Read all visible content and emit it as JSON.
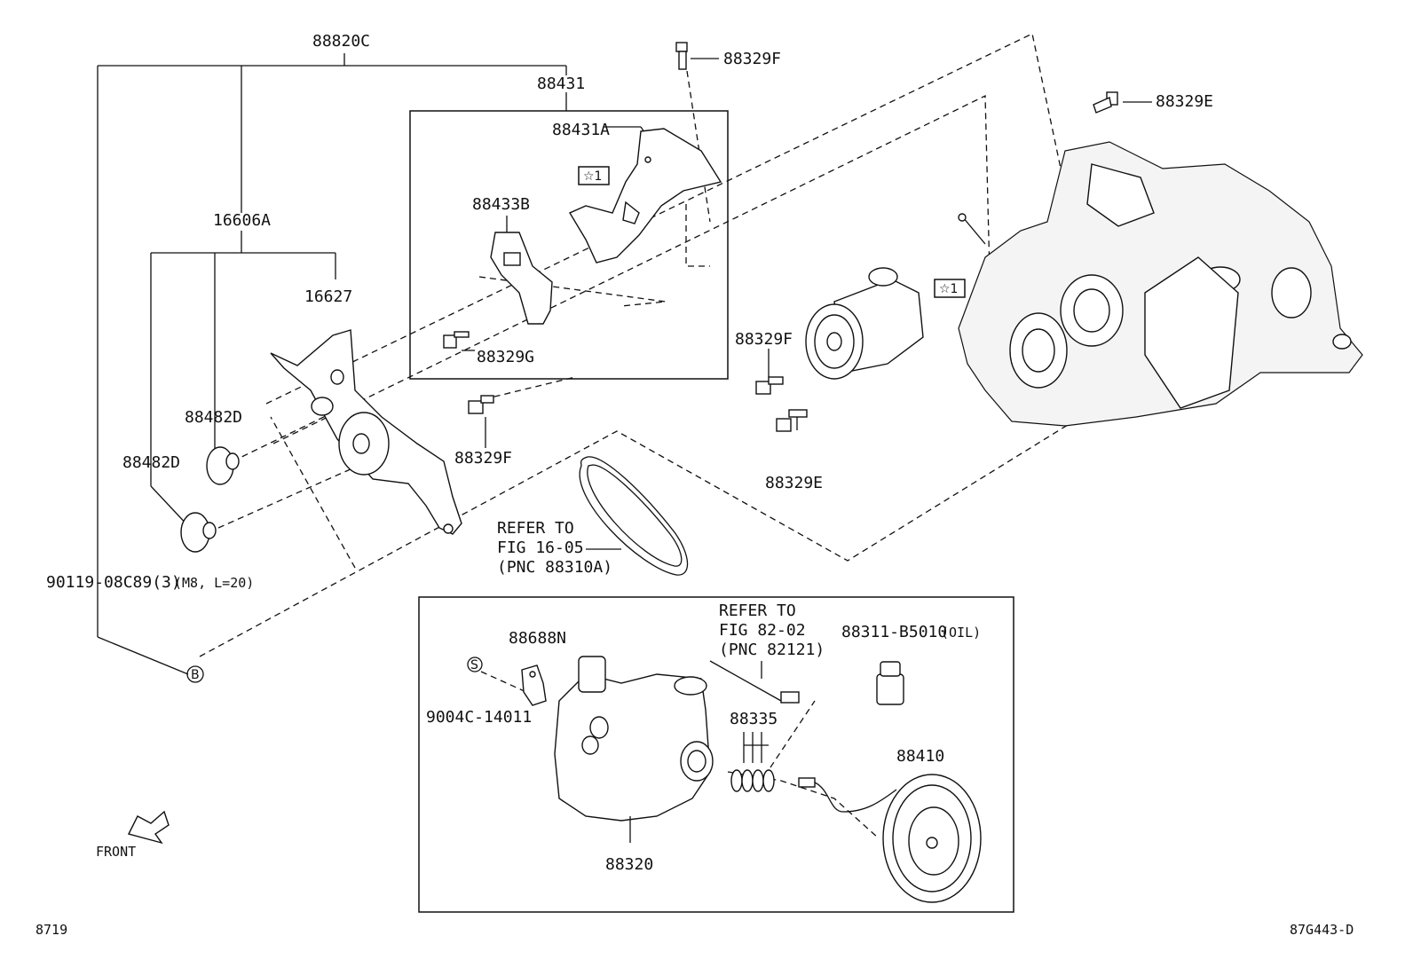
{
  "labels": {
    "p88820c": "88820C",
    "p88431": "88431",
    "p88431a": "88431A",
    "star1_a": "☆1",
    "p88433b": "88433B",
    "p88329g": "88329G",
    "p88329f_top": "88329F",
    "p88329e_top": "88329E",
    "p16606a": "16606A",
    "p16627": "16627",
    "p88482d_1": "88482D",
    "p88482d_2": "88482D",
    "p88329f_mid": "88329F",
    "p88329f_right": "88329F",
    "p88329e_right": "88329E",
    "star1_b": "☆1",
    "p90119": "90119-08C89(3)",
    "p90119_spec": "(M8, L=20)",
    "refer1_l1": "REFER TO",
    "refer1_l2": "FIG 16-05",
    "refer1_l3": "(PNC 88310A)",
    "refer2_l1": "REFER TO",
    "refer2_l2": "FIG 82-02",
    "refer2_l3": "(PNC 82121)",
    "p88311": "88311-B5010",
    "p88311_oil": "(OIL)",
    "p88688n": "88688N",
    "p9004c": "9004C-14011",
    "p88335": "88335",
    "p88410": "88410",
    "p88320": "88320",
    "marker_b": "B",
    "marker_s": "S",
    "front": "FRONT",
    "code_left": "8719",
    "code_right": "87G443-D"
  },
  "icons": {
    "front_arrow": "front-arrow-icon",
    "star_marker": "star-marker-icon"
  },
  "colors": {
    "line": "#111111",
    "background": "#ffffff"
  }
}
